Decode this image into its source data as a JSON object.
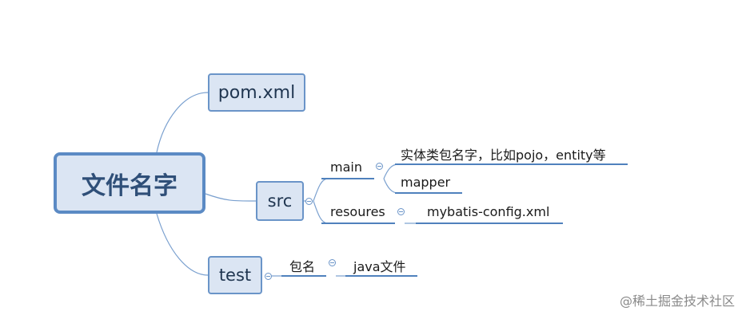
{
  "root": {
    "label": "文件名字"
  },
  "nodes": {
    "pom": "pom.xml",
    "src": "src",
    "test": "test"
  },
  "src_children": {
    "main": "main",
    "resources": "resoures"
  },
  "main_children": {
    "entity": "实体类包名字，比如pojo，entity等",
    "mapper": "mapper"
  },
  "resources_children": {
    "config": "mybatis-config.xml"
  },
  "test_children": {
    "package": "包名",
    "java": "java文件"
  },
  "watermark": "@稀土掘金技术社区",
  "colors": {
    "node_fill": "#dbe5f3",
    "node_border": "#6a94c8",
    "connector": "#7aa0cf",
    "underline": "#4f81bd"
  }
}
